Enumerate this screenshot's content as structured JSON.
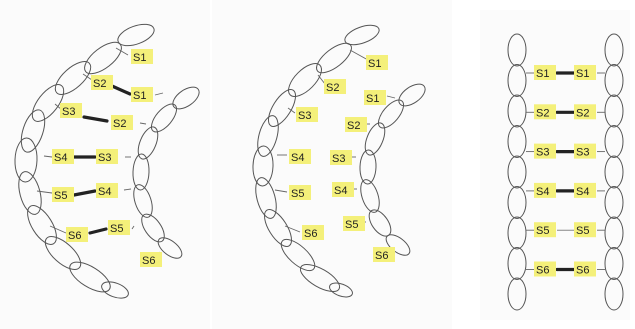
{
  "labels": {
    "s1": "S1",
    "s2": "S2",
    "s3": "S3",
    "s4": "S4",
    "s5": "S5",
    "s6": "S6"
  },
  "colors": {
    "label_fill": "#f4f07a",
    "outline": "#555555",
    "bond": "#222222"
  }
}
